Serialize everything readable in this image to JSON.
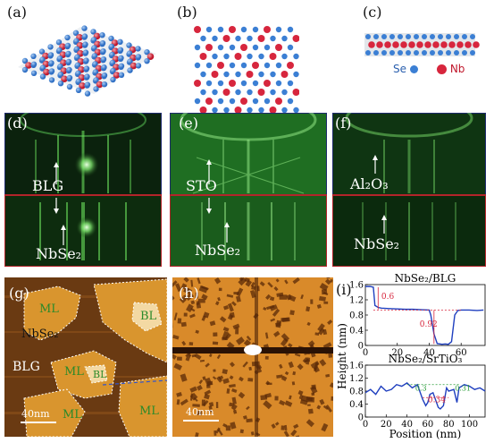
{
  "panels": {
    "a": {
      "label": "(a)"
    },
    "b": {
      "label": "(b)"
    },
    "c": {
      "label": "(c)",
      "legend": [
        {
          "text": "Se",
          "color": "#3b7fd4"
        },
        {
          "text": "Nb",
          "color": "#d7263d"
        }
      ]
    },
    "d": {
      "label": "(d)",
      "top_text": "BLG",
      "bottom_text": "NbSe₂"
    },
    "e": {
      "label": "(e)",
      "top_text": "STO",
      "bottom_text": "NbSe₂"
    },
    "f": {
      "label": "(f)",
      "top_text": "Al₂O₃",
      "bottom_text": "NbSe₂"
    },
    "g": {
      "label": "(g)",
      "regions": [
        "ML",
        "BL",
        "NbSe₂",
        "BLG",
        "ML",
        "BL",
        "ML",
        "ML"
      ],
      "scalebar": "40nm"
    },
    "h": {
      "label": "(h)",
      "scalebar": "40nm"
    },
    "i": {
      "label": "(i)"
    }
  },
  "colors": {
    "se_atom": "#3b7fd4",
    "nb_atom": "#d7263d",
    "rheed_green": "#3fbf3f",
    "frame_top": "#1e2a6e",
    "frame_bottom": "#b3242a",
    "afm_orange": "#e08a2a",
    "profile_line": "#1f3fbf",
    "marker_red": "#d7263d",
    "marker_green": "#2a9d3a"
  },
  "chart_data": [
    {
      "type": "line",
      "title": "NbSe₂/BLG",
      "xlabel": "Position (nm)",
      "ylabel": "Height (nm)",
      "xlim": [
        0,
        75
      ],
      "ylim": [
        0,
        1.6
      ],
      "xticks": [
        0,
        20,
        40,
        60
      ],
      "yticks": [
        0,
        0.4,
        0.8,
        1.2,
        1.6
      ],
      "series": [
        {
          "x": [
            0,
            3,
            5,
            6,
            8,
            10,
            15,
            20,
            25,
            30,
            35,
            40,
            41,
            43,
            45,
            48,
            50,
            52,
            54,
            56,
            58,
            60,
            65,
            70,
            74
          ],
          "y": [
            1.55,
            1.55,
            1.53,
            1.05,
            1.0,
            0.98,
            0.97,
            0.96,
            0.95,
            0.95,
            0.94,
            0.93,
            0.8,
            0.3,
            0.05,
            0.03,
            0.04,
            0.03,
            0.1,
            0.8,
            0.92,
            0.93,
            0.93,
            0.92,
            0.93
          ]
        }
      ],
      "annotations": [
        {
          "text": "0.6"
        },
        {
          "text": "0.92"
        }
      ]
    },
    {
      "type": "line",
      "title": "NbSe₂/SrTiO₃",
      "xlabel": "Position (nm)",
      "ylabel": "Height (nm)",
      "xlim": [
        0,
        115
      ],
      "ylim": [
        0,
        1.6
      ],
      "xticks": [
        0,
        20,
        40,
        60,
        80,
        100
      ],
      "yticks": [
        0,
        0.4,
        0.8,
        1.2,
        1.6
      ],
      "series": [
        {
          "x": [
            0,
            5,
            10,
            15,
            20,
            25,
            30,
            35,
            40,
            45,
            50,
            55,
            58,
            60,
            62,
            65,
            70,
            72,
            75,
            78,
            80,
            85,
            88,
            90,
            95,
            100,
            105,
            110,
            115
          ],
          "y": [
            0.75,
            0.85,
            0.7,
            0.95,
            0.8,
            0.85,
            1.0,
            0.95,
            1.05,
            0.9,
            1.0,
            0.55,
            0.35,
            0.45,
            0.7,
            0.75,
            0.3,
            0.25,
            0.35,
            0.9,
            0.8,
            0.85,
            0.45,
            0.9,
            1.0,
            0.95,
            0.85,
            0.9,
            0.8
          ]
        }
      ],
      "annotations": [
        {
          "text": "0.3"
        },
        {
          "text": "0.34"
        },
        {
          "text": "0.31"
        }
      ]
    }
  ]
}
